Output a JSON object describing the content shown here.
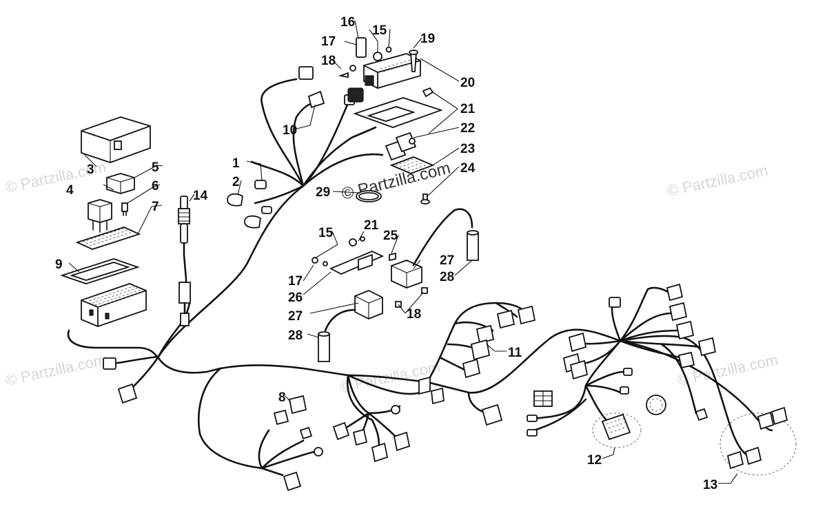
{
  "watermark": {
    "text": "© Partzilla.com",
    "center_text": "© Partzilla.com"
  },
  "callouts": [
    "1",
    "2",
    "3",
    "4",
    "5",
    "6",
    "7",
    "8",
    "9",
    "10",
    "11",
    "12",
    "13",
    "14",
    "15",
    "15",
    "16",
    "17",
    "17",
    "18",
    "18",
    "19",
    "20",
    "21",
    "21",
    "22",
    "23",
    "24",
    "25",
    "26",
    "27",
    "27",
    "28",
    "28",
    "29"
  ]
}
